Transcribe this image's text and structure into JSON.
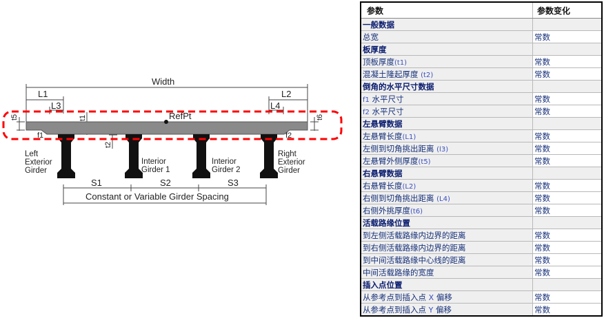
{
  "diagram": {
    "labels": {
      "width": "Width",
      "l1": "L1",
      "l2": "L2",
      "l3": "L3",
      "l4": "L4",
      "t1": "t1",
      "t2": "t2",
      "t5": "t5",
      "t6": "t6",
      "f1": "f1",
      "f2": "f2",
      "ref_pt": "RefPt",
      "s1": "S1",
      "s2": "S2",
      "s3": "S3",
      "spacing": "Constant or Variable Girder Spacing",
      "left_girder": [
        "Left",
        "Exterior",
        "Girder"
      ],
      "int_girder_1": [
        "Interior",
        "Girder 1"
      ],
      "int_girder_2": [
        "Interior",
        "Girder 2"
      ],
      "right_girder": [
        "Right",
        "Exterior",
        "Girder"
      ]
    },
    "colors": {
      "deck": "#8a8a8a",
      "girder": "#111111",
      "highlight": "#ff0000"
    }
  },
  "table": {
    "headers": [
      "参数",
      "参数变化"
    ],
    "rows": [
      {
        "type": "section",
        "label": "一般数据"
      },
      {
        "type": "row",
        "label": "总宽",
        "sym": "",
        "value": "常数"
      },
      {
        "type": "section",
        "label": "板厚度"
      },
      {
        "type": "row",
        "flush": true,
        "label": "顶板厚度",
        "sym": "(t1)",
        "value": "常数"
      },
      {
        "type": "row",
        "flush": true,
        "label": "混凝土隆起厚度 ",
        "sym": "(t2)",
        "value": "常数"
      },
      {
        "type": "section",
        "label": "倒角的水平尺寸数据"
      },
      {
        "type": "row",
        "prefix": "f1",
        "label": " 水平尺寸",
        "sym": "",
        "value": "常数"
      },
      {
        "type": "row",
        "prefix": "f2",
        "label": " 水平尺寸",
        "sym": "",
        "value": "常数"
      },
      {
        "type": "section",
        "label": "左悬臂数据"
      },
      {
        "type": "row",
        "label": "左悬臂长度",
        "sym": "(L1)",
        "value": "常数"
      },
      {
        "type": "row",
        "label": "左侧到切角挑出距离 ",
        "sym": "(l3)",
        "value": "常数"
      },
      {
        "type": "row",
        "label": "左悬臂外侧厚度",
        "sym": "(t5)",
        "value": "常数"
      },
      {
        "type": "section",
        "label": "右悬臂数据"
      },
      {
        "type": "row",
        "label": "右悬臂长度",
        "sym": "(L2)",
        "value": "常数"
      },
      {
        "type": "row",
        "label": "右侧到切角挑出距离 ",
        "sym": "(L4)",
        "value": "常数"
      },
      {
        "type": "row",
        "label": "右侧外挑厚度",
        "sym": "(t6)",
        "value": "常数"
      },
      {
        "type": "section",
        "label": "活载路缘位置"
      },
      {
        "type": "row",
        "label": "到左侧活载路缘内边界的距离",
        "sym": "",
        "value": "常数"
      },
      {
        "type": "row",
        "label": "到右侧活载路缘内边界的距离",
        "sym": "",
        "value": "常数"
      },
      {
        "type": "row",
        "label": "到中间活载路缘中心线的距离",
        "sym": "",
        "value": "常数"
      },
      {
        "type": "row",
        "label": "中间活载路缘的宽度",
        "sym": "",
        "value": "常数"
      },
      {
        "type": "section",
        "label": "插入点位置"
      },
      {
        "type": "row",
        "label": "从参考点到插入点 ",
        "axis": "X",
        "label2": " 偏移",
        "value": "常数"
      },
      {
        "type": "row",
        "label": "从参考点到插入点 ",
        "axis": "Y",
        "label2": " 偏移",
        "value": "常数"
      }
    ]
  }
}
